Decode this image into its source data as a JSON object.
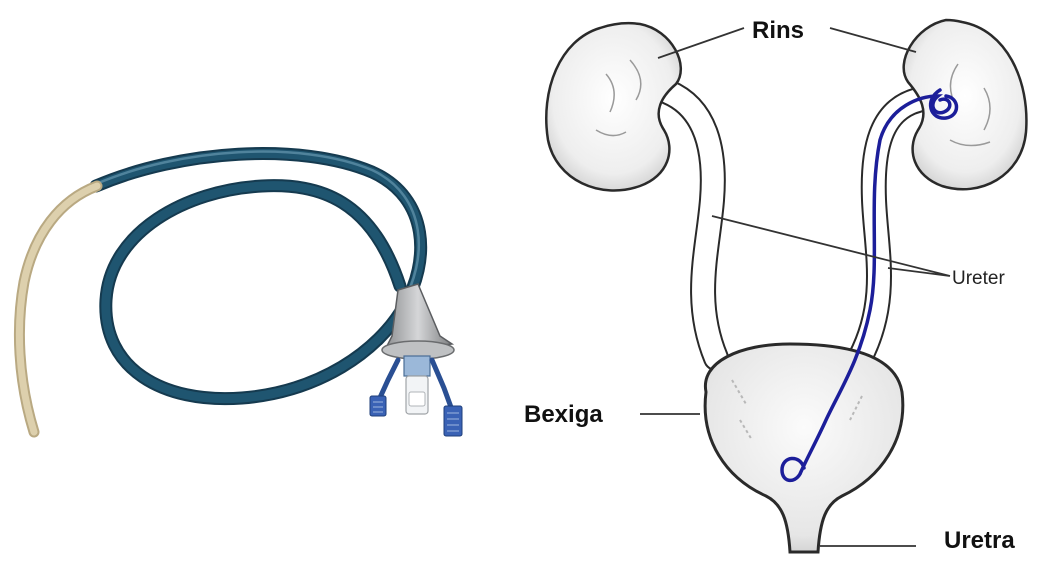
{
  "labels": {
    "kidneys": "Rins",
    "ureter": "Ureter",
    "bladder": "Bexiga",
    "urethra": "Uretra"
  },
  "colors": {
    "stent_blue": "#1f5570",
    "stent_tip": "#d7c9a6",
    "stent_in_body": "#1c1e9a",
    "clip_blue": "#3a62b5",
    "outline": "#2a2a2a",
    "organ_fill": "#f3f3f3"
  },
  "icons": {
    "device": "ureteral-stent-photo",
    "anatomy": "urinary-tract-illustration"
  }
}
